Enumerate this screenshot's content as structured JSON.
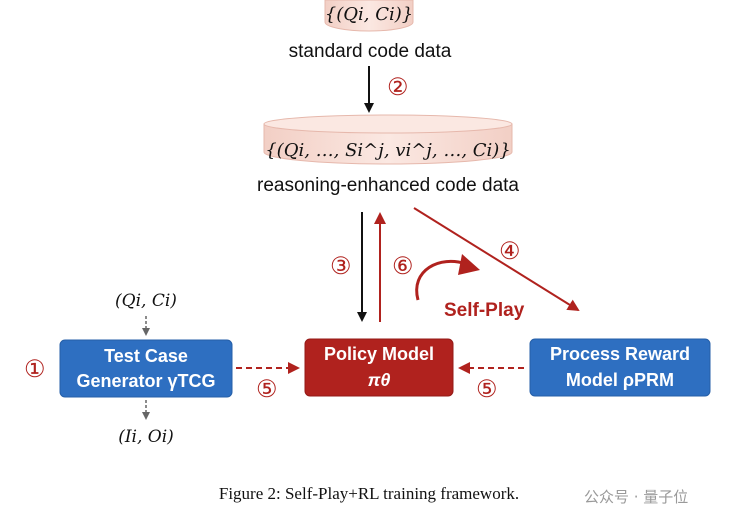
{
  "top_store": {
    "formula": "{(Qi, Ci)}",
    "label": "standard code data"
  },
  "mid_store": {
    "formula": "{(Qi, …, Si^j, vi^j, …, Ci)}",
    "label": "reasoning-enhanced code data"
  },
  "steps": {
    "s1": "①",
    "s2": "②",
    "s3": "③",
    "s4": "④",
    "s5_left": "⑤",
    "s5_right": "⑤",
    "s6": "⑥"
  },
  "self_play_label": "Self-Play",
  "tcg": {
    "line1": "Test Case",
    "line2": "Generator γTCG",
    "input": "(Qi, Ci)",
    "output": "(Ii, Oi)"
  },
  "policy": {
    "line1": "Policy Model",
    "line2": "πθ"
  },
  "prm": {
    "line1": "Process Reward",
    "line2": "Model ρPRM"
  },
  "caption": "Figure 2: Self-Play+RL training framework.",
  "watermark": "公众号 · 量子位",
  "colors": {
    "blue_box": "#2e6fc1",
    "red_box": "#b0221e",
    "red_arrow": "#b0221e",
    "black_arrow": "#111111",
    "db_fill": "#f7dcd4",
    "db_stroke": "#e6b8ac"
  }
}
